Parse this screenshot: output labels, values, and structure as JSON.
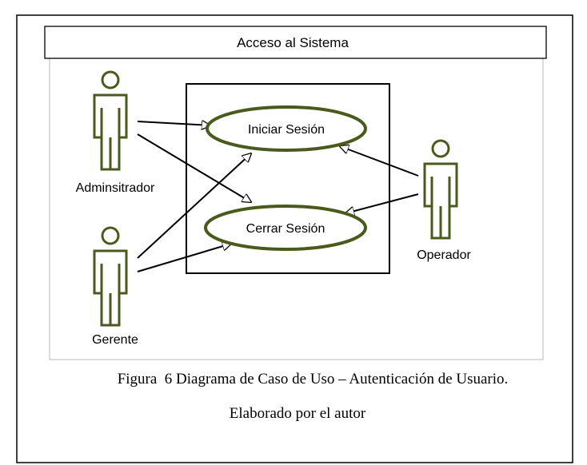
{
  "diagram": {
    "system_title": "Acceso al Sistema",
    "actors": [
      {
        "id": "admin",
        "label": "Adminsitrador"
      },
      {
        "id": "gerente",
        "label": "Gerente"
      },
      {
        "id": "operador",
        "label": "Operador"
      }
    ],
    "use_cases": [
      {
        "id": "iniciar",
        "label": "Iniciar Sesión"
      },
      {
        "id": "cerrar",
        "label": "Cerrar Sesión"
      }
    ],
    "associations": [
      {
        "from": "admin",
        "to": "iniciar"
      },
      {
        "from": "admin",
        "to": "cerrar"
      },
      {
        "from": "gerente",
        "to": "iniciar"
      },
      {
        "from": "gerente",
        "to": "cerrar"
      },
      {
        "from": "operador",
        "to": "iniciar"
      },
      {
        "from": "operador",
        "to": "cerrar"
      }
    ],
    "colors": {
      "actor_stroke": "#4a5a1c",
      "usecase_stroke": "#4a5a1c",
      "line": "#000000"
    }
  },
  "caption": {
    "line1": "Figura  6 Diagrama de Caso de Uso – Autenticación de Usuario.",
    "line2": "Elaborado por el autor"
  }
}
